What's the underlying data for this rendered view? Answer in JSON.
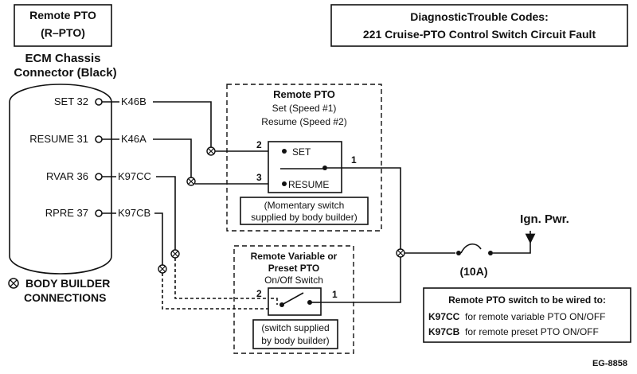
{
  "title_box": {
    "line1": "Remote PTO",
    "line2": "(R–PTO)"
  },
  "dtc_box": {
    "line1": "DiagnosticTrouble Codes:",
    "line2": "221 Cruise-PTO Control Switch Circuit Fault"
  },
  "ecm": {
    "label_line1": "ECM Chassis",
    "label_line2": "Connector (Black)",
    "pins": [
      {
        "name": "SET 32",
        "circuit": "K46B"
      },
      {
        "name": "RESUME 31",
        "circuit": "K46A"
      },
      {
        "name": "RVAR 36",
        "circuit": "K97CC"
      },
      {
        "name": "RPRE 37",
        "circuit": "K97CB"
      }
    ]
  },
  "remote_pto_box": {
    "title": "Remote PTO",
    "sub1": "Set (Speed #1)",
    "sub2": "Resume (Speed #2)",
    "switch_set": "SET",
    "switch_resume": "RESUME",
    "term_2": "2",
    "term_3": "3",
    "term_1": "1",
    "note_line1": "(Momentary switch",
    "note_line2": "supplied by body builder)"
  },
  "variable_box": {
    "title1": "Remote Variable or",
    "title2": "Preset PTO",
    "title3": "On/Off Switch",
    "term_2": "2",
    "term_1": "1",
    "note_line1": "(switch supplied",
    "note_line2": "by body builder)"
  },
  "legend": {
    "symbol": "⊗",
    "line1": "BODY BUILDER",
    "line2": "CONNECTIONS"
  },
  "ign_label": "Ign. Pwr.",
  "fuse_label": "(10A)",
  "wiring_note": {
    "title": "Remote PTO switch to be wired to:",
    "row1_code": "K97CC",
    "row1_text": "for remote variable PTO ON/OFF",
    "row2_code": "K97CB",
    "row2_text": "for remote preset PTO ON/OFF"
  },
  "figure_id": "EG-8858"
}
